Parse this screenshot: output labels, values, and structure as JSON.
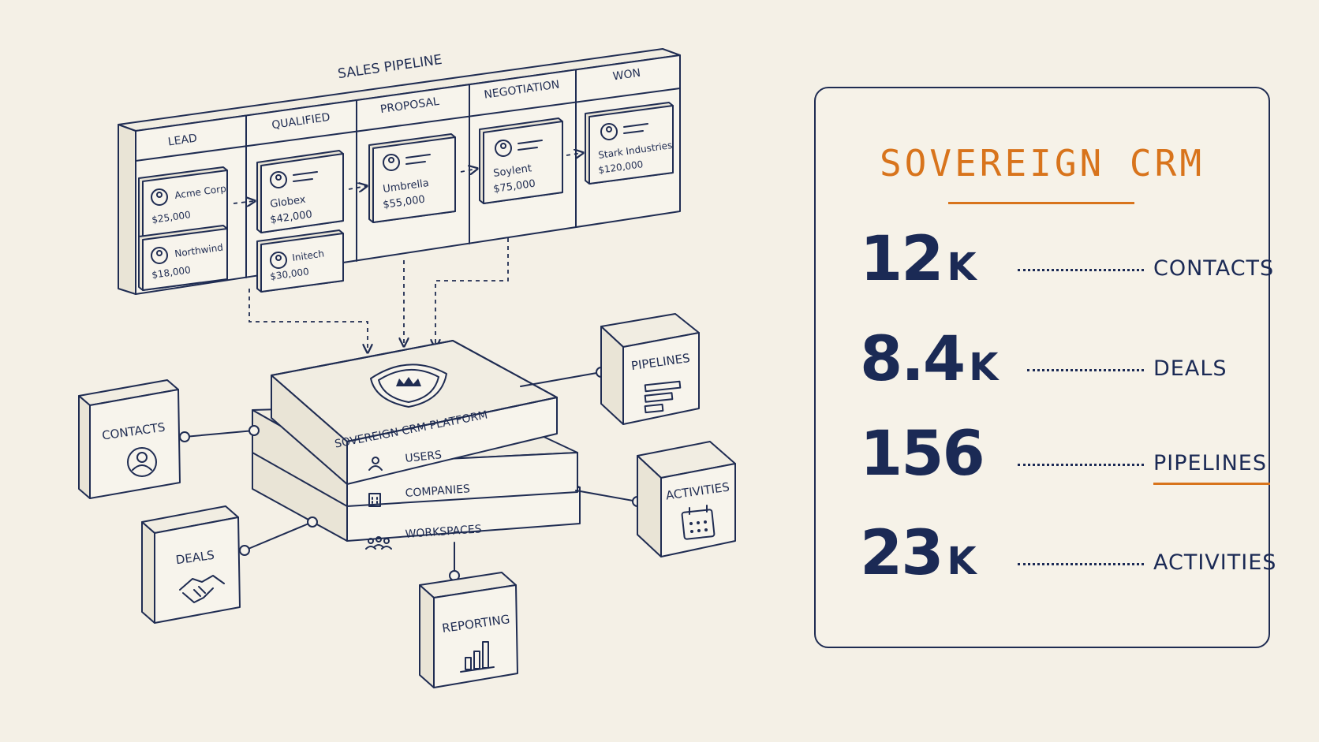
{
  "pipeline": {
    "title": "SALES PIPELINE",
    "stages": [
      "LEAD",
      "QUALIFIED",
      "PROPOSAL",
      "NEGOTIATION",
      "WON"
    ],
    "deals": [
      {
        "company": "Acme Corp",
        "amount": "$25,000"
      },
      {
        "company": "Northwind",
        "amount": "$18,000"
      },
      {
        "company": "Globex",
        "amount": "$42,000"
      },
      {
        "company": "Initech",
        "amount": "$30,000"
      },
      {
        "company": "Umbrella",
        "amount": "$55,000"
      },
      {
        "company": "Soylent",
        "amount": "$75,000"
      },
      {
        "company": "Stark Industries",
        "amount": "$120,000"
      }
    ]
  },
  "platform": {
    "title": "SOVEREIGN CRM PLATFORM",
    "layers": [
      "USERS",
      "COMPANIES",
      "WORKSPACES"
    ]
  },
  "modules": {
    "contacts": "CONTACTS",
    "pipelines": "PIPELINES",
    "activities": "ACTIVITIES",
    "deals": "DEALS",
    "reporting": "REPORTING"
  },
  "stats": {
    "title": "SOVEREIGN CRM",
    "rows": [
      {
        "value": "12",
        "unit": "K",
        "label": "CONTACTS"
      },
      {
        "value": "8.4",
        "unit": "K",
        "label": "DEALS"
      },
      {
        "value": "156",
        "unit": "",
        "label": "PIPELINES"
      },
      {
        "value": "23",
        "unit": "K",
        "label": "ACTIVITIES"
      }
    ]
  },
  "colors": {
    "ink": "#1f2c52",
    "accent": "#d8741c",
    "background": "#f4f0e6"
  }
}
